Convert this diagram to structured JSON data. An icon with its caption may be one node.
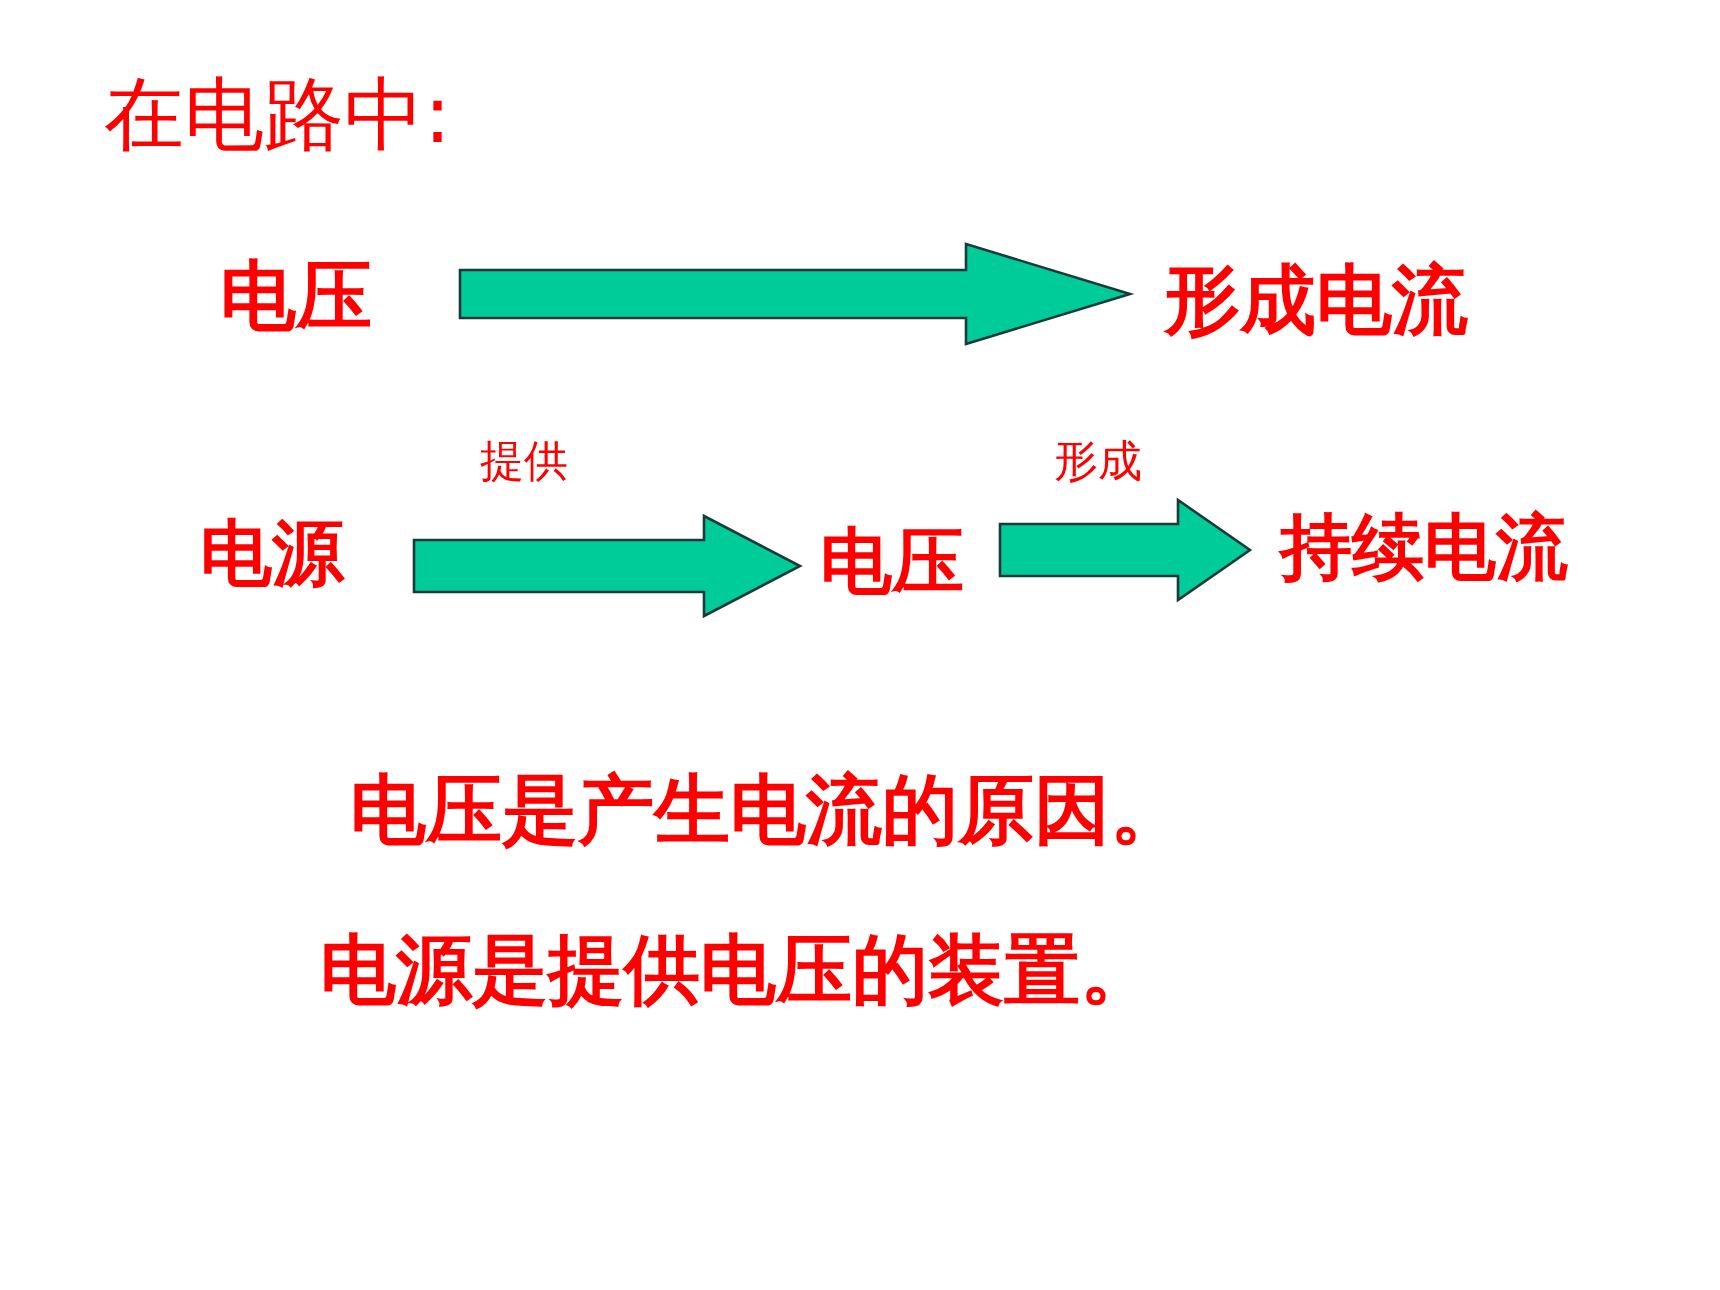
{
  "diagram": {
    "title": "在电路中:",
    "nodes": [
      {
        "text": [
          "电压"
        ]
      },
      {
        "text": [
          "形成电流"
        ]
      },
      {
        "text": [
          "电源"
        ]
      },
      {
        "text": [
          "电压"
        ]
      },
      {
        "text": [
          "持续电流"
        ]
      }
    ],
    "edges": [
      {
        "from": 0,
        "to": 1,
        "arrow": "to"
      },
      {
        "from": 2,
        "to": 3,
        "arrow": "to",
        "label": "提供"
      },
      {
        "from": 3,
        "to": 4,
        "arrow": "to",
        "label": "形成"
      }
    ],
    "labels": [
      "电压是产生电流的原因。",
      "电源是提供电压的装置。"
    ]
  }
}
